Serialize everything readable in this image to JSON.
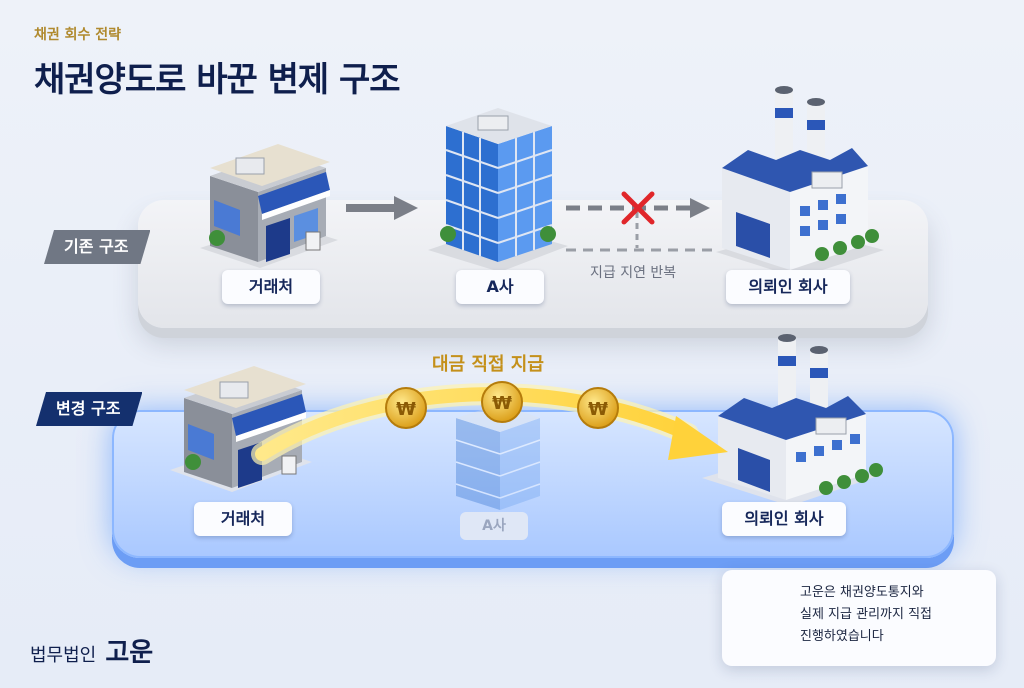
{
  "header": {
    "eyebrow": "채권 회수 전략",
    "title": "채권양도로 바꾼 변제 구조"
  },
  "rows": {
    "old": {
      "tag": "기존 구조",
      "labels": [
        "거래처",
        "A사",
        "의뢰인 회사"
      ],
      "note": "지급 지연 반복"
    },
    "new": {
      "tag": "변경 구조",
      "labels": [
        "거래처",
        "A사",
        "의뢰인 회사"
      ],
      "flow_label": "대금 직접 지급"
    }
  },
  "info": {
    "lines": [
      "고운은 채권양도통지와",
      "실제 지급 관리까지 직접",
      "진행하였습니다"
    ]
  },
  "footer": {
    "firm_prefix": "법무법인",
    "firm_name": "고운"
  },
  "icons": {
    "coin": "won-coin-icon",
    "cross": "red-x-icon",
    "doc": "clipboard-check-icon"
  },
  "colors": {
    "accent": "#14306e",
    "gold": "#c4901a",
    "red": "#e0262a"
  }
}
